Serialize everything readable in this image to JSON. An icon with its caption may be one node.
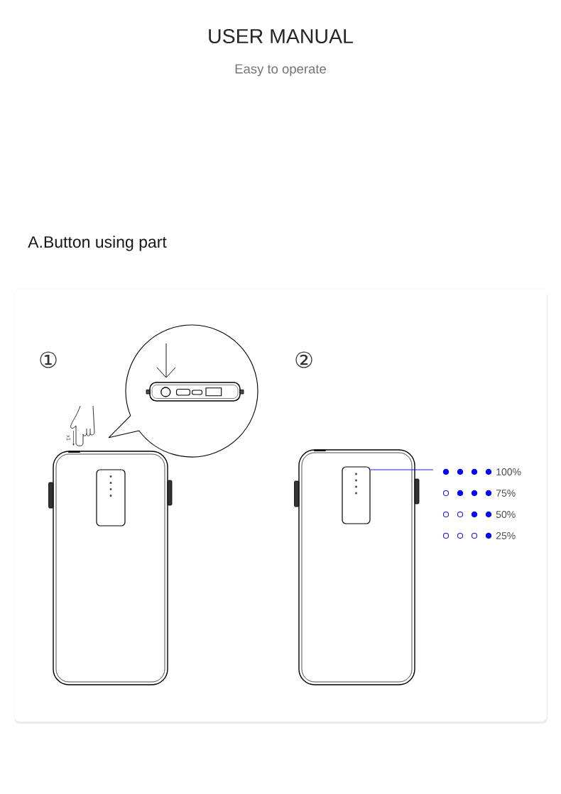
{
  "diagram": {
    "title": "USER MANUAL",
    "nodes": [
      {
        "text": [],
        "shape": "box"
      },
      {
        "text": [],
        "shape": "box"
      }
    ],
    "edges": [
      {
        "from": null,
        "to": 1,
        "arrow": "none",
        "color": "#0000ff"
      }
    ],
    "labels": [
      "Easy to operate",
      "A.Button using part",
      "①",
      "②",
      "x1",
      "100%",
      "75%",
      "50%",
      "25%"
    ]
  }
}
